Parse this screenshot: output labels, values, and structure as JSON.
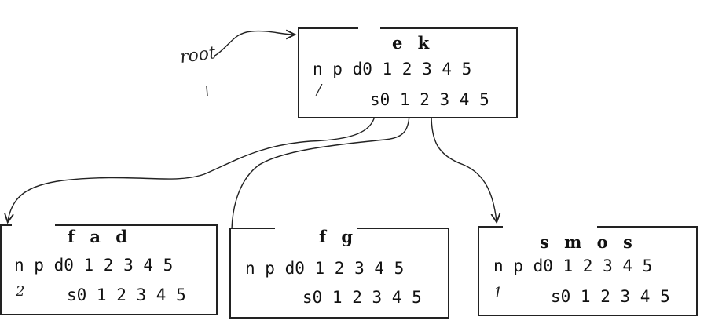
{
  "root_label": "root",
  "root_node": {
    "keys": "e k",
    "row1": "n p d0 1 2 3 4 5",
    "row2": "s0 1 2 3 4 5",
    "mark": "/"
  },
  "children": [
    {
      "keys": "f a d",
      "row1": "n p d0 1 2 3 4 5",
      "row2": "s0 1 2 3 4 5",
      "mark": "2"
    },
    {
      "keys": "f g",
      "row1": "n p d0 1 2 3 4 5",
      "row2": "s0 1 2 3 4 5",
      "mark": ""
    },
    {
      "keys": "s m o s",
      "row1": "n p d0 1 2 3 4 5",
      "row2": "s0 1 2 3 4 5",
      "mark": "1"
    }
  ],
  "colors": {
    "ink": "#111111",
    "background": "#ffffff"
  }
}
